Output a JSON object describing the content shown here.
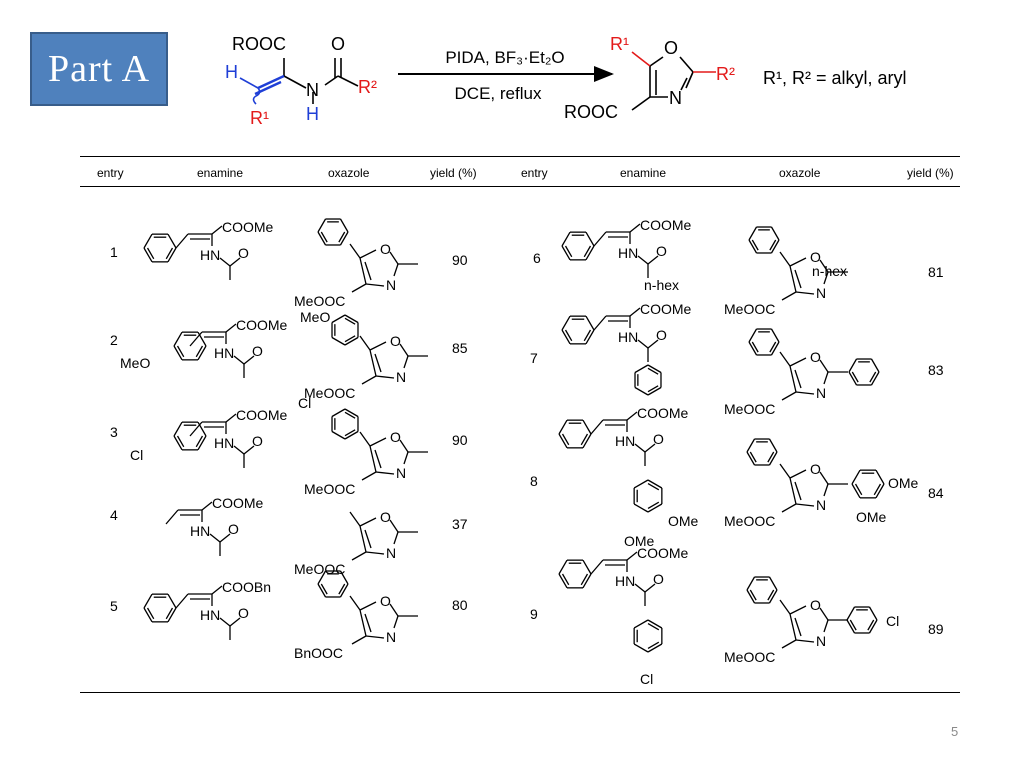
{
  "slide": {
    "part_label": "Part  A",
    "page_number": "5",
    "accent_colors": {
      "box": "#4f81bd",
      "r_groups": "#e31a1a",
      "hydrogen": "#1f3fd6"
    }
  },
  "scheme": {
    "reagent_top": "PIDA, BF₃·Et₂O",
    "reagent_bottom": "DCE, reflux",
    "note": "R¹, R² = alkyl, aryl",
    "sm_labels": {
      "ester": "ROOC",
      "o": "O",
      "h": "H",
      "r1": "R¹",
      "r2": "R²",
      "n": "N",
      "nh": "H"
    },
    "product_labels": {
      "r1": "R¹",
      "o": "O",
      "r2": "R²",
      "n": "N",
      "ester": "ROOC"
    }
  },
  "table": {
    "headers": [
      "entry",
      "enamine",
      "oxazole",
      "yield (%)",
      "entry",
      "enamine",
      "oxazole",
      "yield (%)"
    ],
    "rows": [
      {
        "entry": "1",
        "yield": "90",
        "enamine": [
          "COOMe",
          "HN",
          "O"
        ],
        "oxazole": [
          "O",
          "N",
          "MeOOC"
        ]
      },
      {
        "entry": "2",
        "yield": "85",
        "enamine": [
          "MeO",
          "COOMe",
          "HN",
          "O"
        ],
        "oxazole": [
          "MeO",
          "O",
          "N",
          "MeOOC"
        ]
      },
      {
        "entry": "3",
        "yield": "90",
        "enamine": [
          "Cl",
          "COOMe",
          "HN",
          "O"
        ],
        "oxazole": [
          "Cl",
          "O",
          "N",
          "MeOOC"
        ]
      },
      {
        "entry": "4",
        "yield": "37",
        "enamine": [
          "COOMe",
          "HN",
          "O"
        ],
        "oxazole": [
          "O",
          "N",
          "MeOOC"
        ]
      },
      {
        "entry": "5",
        "yield": "80",
        "enamine": [
          "COOBn",
          "HN",
          "O"
        ],
        "oxazole": [
          "O",
          "N",
          "BnOOC"
        ]
      },
      {
        "entry": "6",
        "yield": "81",
        "enamine": [
          "COOMe",
          "HN",
          "O",
          "n-hex"
        ],
        "oxazole": [
          "O",
          "N",
          "n-hex",
          "MeOOC"
        ]
      },
      {
        "entry": "7",
        "yield": "83",
        "enamine": [
          "COOMe",
          "HN",
          "O"
        ],
        "oxazole": [
          "O",
          "N",
          "MeOOC"
        ]
      },
      {
        "entry": "8",
        "yield": "84",
        "enamine": [
          "COOMe",
          "HN",
          "O",
          "OMe",
          "OMe"
        ],
        "oxazole": [
          "O",
          "N",
          "OMe",
          "OMe",
          "MeOOC"
        ]
      },
      {
        "entry": "9",
        "yield": "89",
        "enamine": [
          "COOMe",
          "HN",
          "O",
          "Cl"
        ],
        "oxazole": [
          "O",
          "N",
          "Cl",
          "MeOOC"
        ]
      }
    ]
  }
}
